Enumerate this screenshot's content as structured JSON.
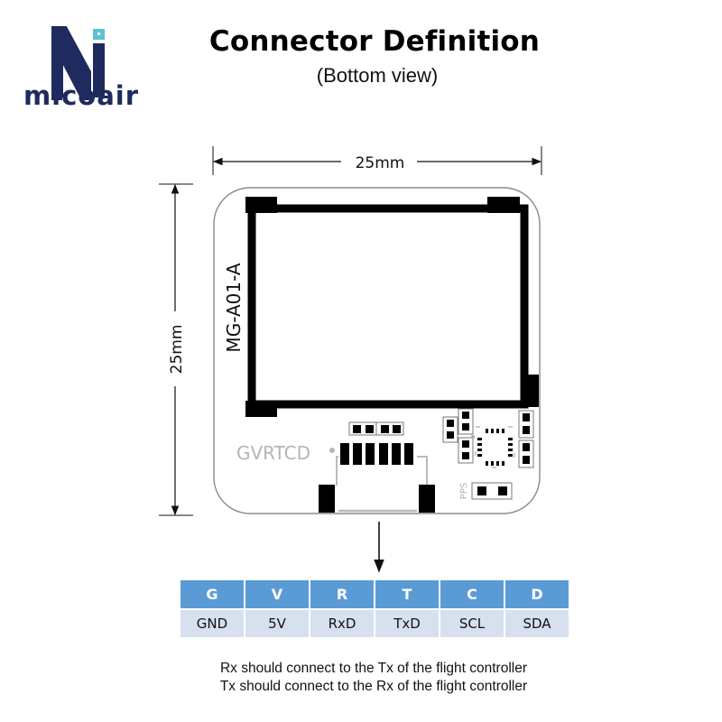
{
  "brand": {
    "name": "micoair",
    "colors": {
      "navy": "#1f2a5e",
      "accent": "#5bc2d3"
    }
  },
  "header": {
    "title": "Connector Definition",
    "subtitle": "(Bottom view)"
  },
  "board": {
    "model": "MG-A01-A",
    "width_label": "25mm",
    "height_label": "25mm",
    "connector_silk": "GVRTCD",
    "pps_label": "PPS"
  },
  "pin_table": {
    "colors": {
      "header_bg": "#5b9bd5",
      "row_bg": "#d6e0ef"
    },
    "pins": [
      {
        "code": "G",
        "name": "GND"
      },
      {
        "code": "V",
        "name": "5V"
      },
      {
        "code": "R",
        "name": "RxD"
      },
      {
        "code": "T",
        "name": "TxD"
      },
      {
        "code": "C",
        "name": "SCL"
      },
      {
        "code": "D",
        "name": "SDA"
      }
    ]
  },
  "notes": [
    "Rx should connect to the Tx of the flight controller",
    "Tx should connect to the Rx of the flight controller"
  ]
}
